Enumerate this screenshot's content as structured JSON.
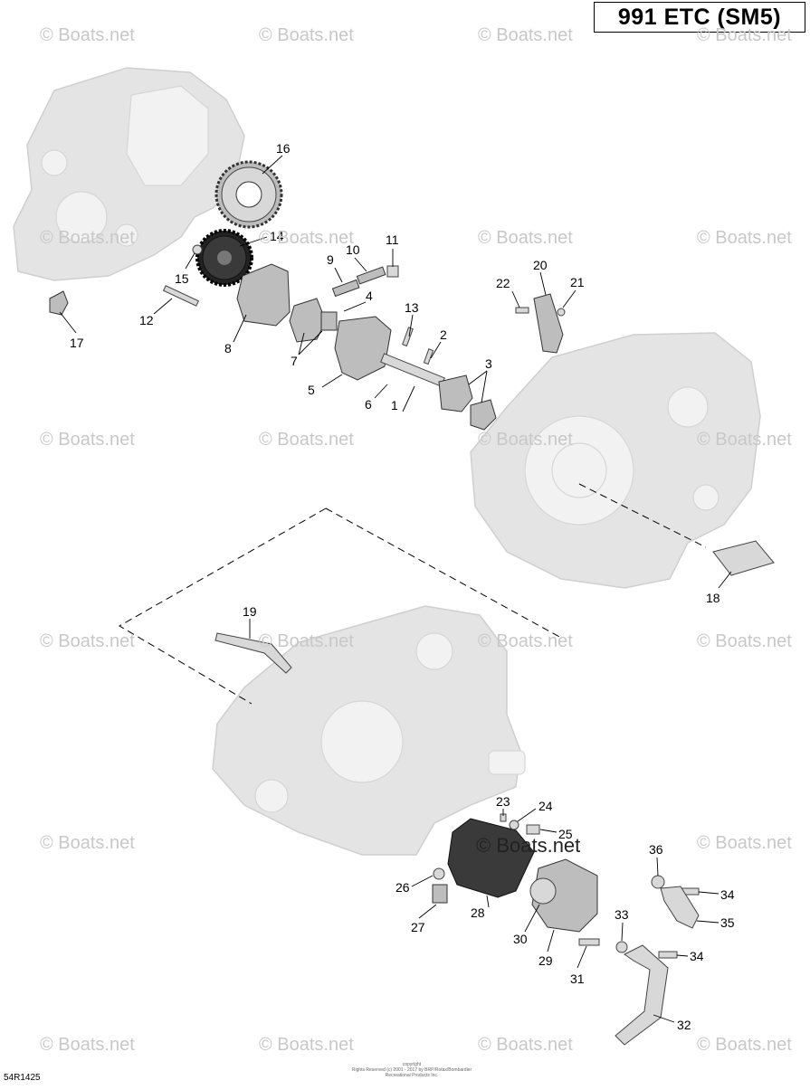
{
  "title": "991 ETC (SM5)",
  "watermark": "© Boats.net",
  "diagram_ref": "54R1425",
  "copyright_line1": "copyright",
  "copyright_line2": "Rights Reserved (c) 2001 - 2017 by BRP/Rotax/Bombardier Recreational Products Inc.",
  "callouts": [
    "1",
    "2",
    "3",
    "4",
    "5",
    "6",
    "7",
    "8",
    "9",
    "10",
    "11",
    "12",
    "13",
    "14",
    "15",
    "16",
    "17",
    "18",
    "19",
    "20",
    "21",
    "22",
    "23",
    "24",
    "25",
    "26",
    "27",
    "28",
    "29",
    "30",
    "31",
    "32",
    "33",
    "34",
    "35",
    "36"
  ],
  "colors": {
    "ghost": "#e4e4e4",
    "part": "#bdbdbd",
    "ink": "#000000"
  }
}
